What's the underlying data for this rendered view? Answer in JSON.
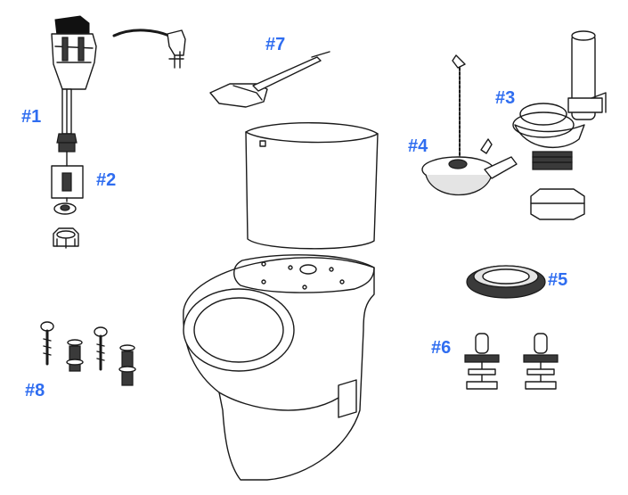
{
  "parts": [
    {
      "id": "fill-valve",
      "label": "#1"
    },
    {
      "id": "fill-valve-filter",
      "label": "#2"
    },
    {
      "id": "flush-valve",
      "label": "#3"
    },
    {
      "id": "flapper",
      "label": "#4"
    },
    {
      "id": "tank-to-bowl-gasket",
      "label": "#5"
    },
    {
      "id": "tank-bolts",
      "label": "#6"
    },
    {
      "id": "trip-lever",
      "label": "#7"
    },
    {
      "id": "bowl-bolts",
      "label": "#8"
    }
  ],
  "colors": {
    "label": "#2f6df0",
    "line": "#1a1a1a",
    "shade": "#e4e4e4"
  }
}
